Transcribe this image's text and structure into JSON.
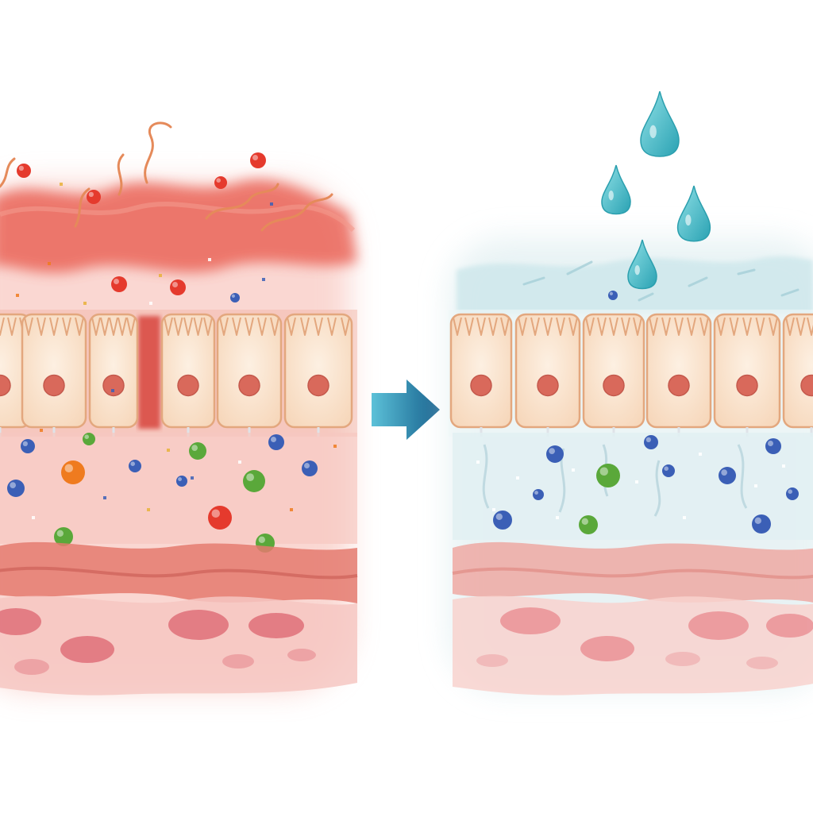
{
  "colors": {
    "background": "#ffffff",
    "inflamed_glow": "#f2a39a",
    "inflamed_mucus": "#e8574a",
    "cell_fill": "#fbe6cf",
    "cell_outline": "#e3a77e",
    "nucleus": "#d9695b",
    "muscle_band": "#e47a6e",
    "tissue": "#f6c7c2",
    "vessel": "#e0707a",
    "healthy_glow": "#dceef0",
    "droplet": "#3fb6c2",
    "arrow": "#1f7fa6",
    "particle_red": "#e53a2d",
    "particle_green": "#5aa83a",
    "particle_blue": "#3b5fb6",
    "particle_orange": "#ef7b1f"
  },
  "panels": [
    {
      "name": "inflamed-lining",
      "state": "inflamed",
      "cell_count": 6,
      "has_gap": true
    },
    {
      "name": "healed-lining",
      "state": "healed",
      "cell_count": 6,
      "has_gap": false
    }
  ],
  "arrow": {
    "direction": "right",
    "icon": "right-arrow-icon"
  },
  "droplets": {
    "count": 4,
    "icon": "water-drop-icon"
  }
}
